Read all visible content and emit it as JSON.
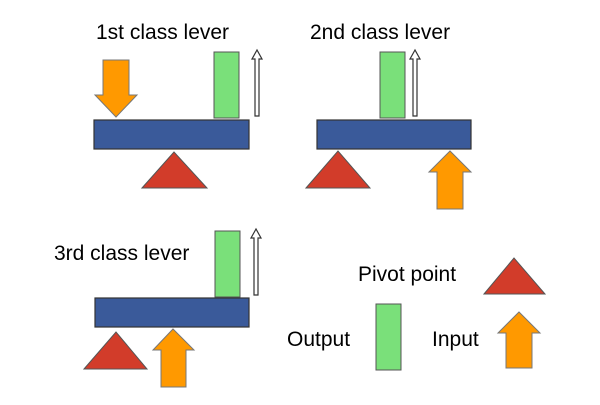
{
  "diagrams": [
    {
      "title": "1st class lever"
    },
    {
      "title": "2nd class lever"
    },
    {
      "title": "3rd class lever"
    }
  ],
  "legend": {
    "pivot_label": "Pivot point",
    "output_label": "Output",
    "input_label": "Input"
  },
  "colors": {
    "beam": "#3a5a9a",
    "pivot": "#d23c2a",
    "output": "#7ae07a",
    "input": "#ff9900",
    "outline": "#404040"
  }
}
